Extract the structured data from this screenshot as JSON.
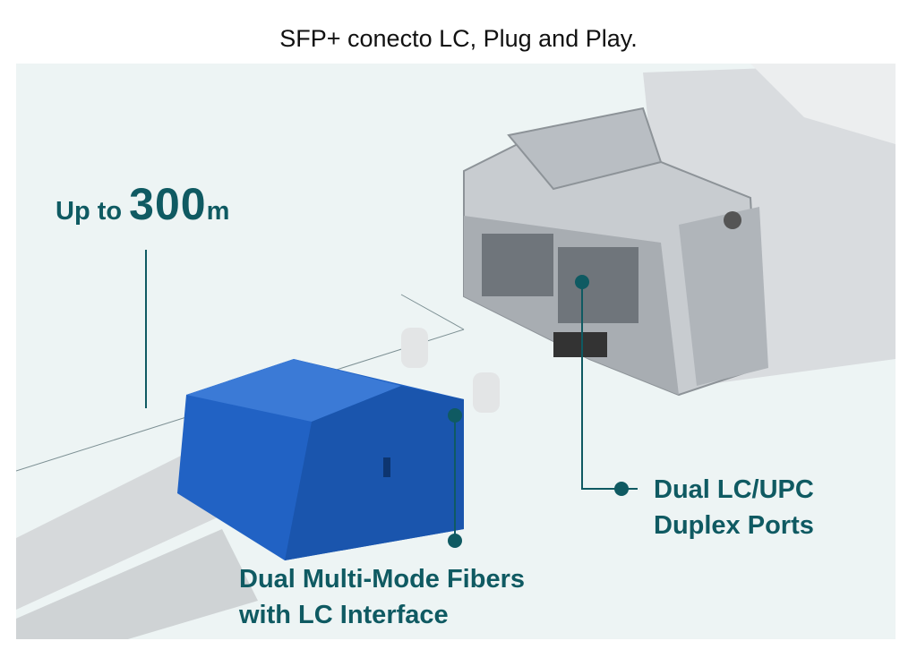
{
  "title": "SFP+ conecto LC, Plug and Play.",
  "range": {
    "prefix": "Up to",
    "value": "300",
    "unit": "m"
  },
  "callouts": {
    "ports": [
      "Dual LC/UPC",
      "Duplex Ports"
    ],
    "fibers": [
      "Dual Multi-Mode Fibers",
      "with LC Interface"
    ]
  },
  "colors": {
    "accent": "#0f5a62",
    "background": "#edf4f4",
    "connector": "#1f5fbf"
  }
}
